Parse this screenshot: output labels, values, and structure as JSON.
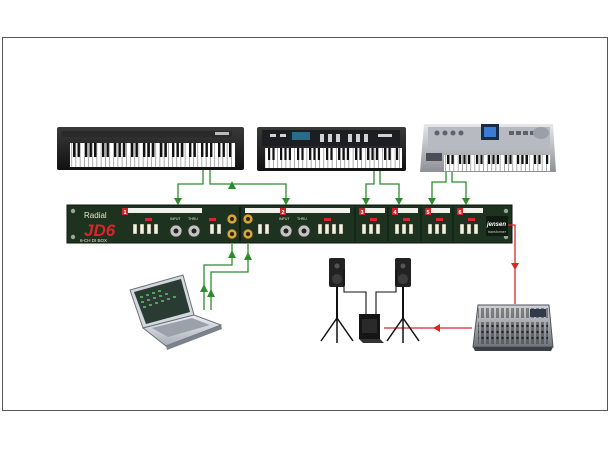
{
  "diagram": {
    "title": "",
    "colors": {
      "di_panel": "#25472a",
      "di_rack": "#1d3320",
      "green_wire": "#2e8b2e",
      "red_wire": "#d8262b",
      "black_wire": "#111111",
      "channel_red": "#c9262b"
    },
    "di_box": {
      "brand": "Radial",
      "model": "JD6",
      "subtitle": "6-CH DI BOX",
      "badge": "jensen",
      "badge_sub": "transformer",
      "channel_numbers": [
        "1",
        "2",
        "3",
        "4",
        "5",
        "6"
      ],
      "input_label": "INPUT",
      "thru_label": "THRU"
    },
    "devices": [
      {
        "name": "keyboard-left-icon"
      },
      {
        "name": "keyboard-middle-icon"
      },
      {
        "name": "keyboard-right-icon"
      },
      {
        "name": "laptop-icon"
      },
      {
        "name": "speaker-left-icon"
      },
      {
        "name": "speaker-right-icon"
      },
      {
        "name": "subwoofer-icon"
      },
      {
        "name": "mixer-icon"
      }
    ]
  }
}
